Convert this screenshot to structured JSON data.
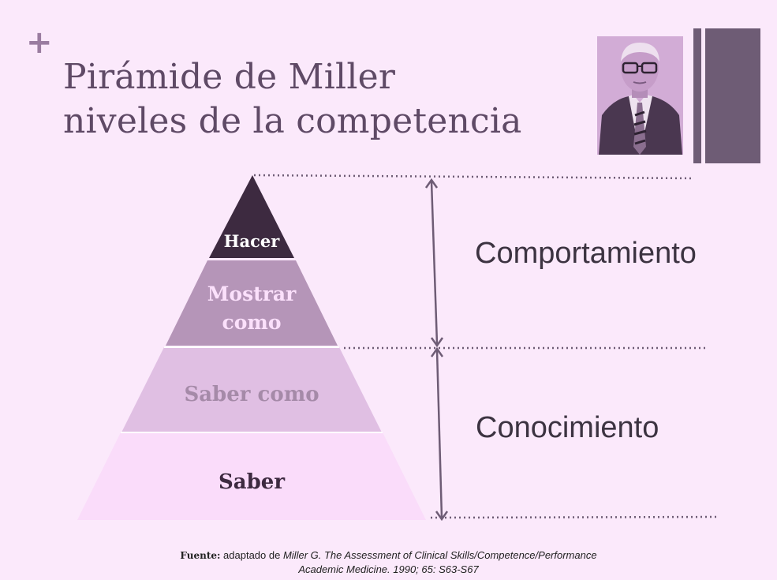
{
  "slide": {
    "plus_symbol": "+",
    "title_line1": "Pirámide de Miller",
    "title_line2": "niveles de la competencia",
    "photo": "portrait-photo",
    "accent_color": "#6e5c75"
  },
  "pyramid": {
    "levels": [
      {
        "label": "Hacer",
        "color": "#3d2a40",
        "text_color": "#ffffff"
      },
      {
        "label_line1": "Mostrar",
        "label_line2": "como",
        "color": "#b595b8",
        "text_color": "#fbe0fb"
      },
      {
        "label": "Saber como",
        "color": "#e0bfe3",
        "text_color": "#a58aa8"
      },
      {
        "label": "Saber",
        "color": "#fadcfa",
        "text_color": "#3d2a40"
      }
    ]
  },
  "categories": {
    "upper": "Comportamiento",
    "lower": "Conocimiento"
  },
  "source": {
    "label": "Fuente:",
    "prefix": "adaptado de",
    "citation_line1": "Miller G. The Assessment of Clinical Skills/Competence/Performance",
    "citation_line2": "Academic Medicine. 1990; 65: S63-S67"
  }
}
